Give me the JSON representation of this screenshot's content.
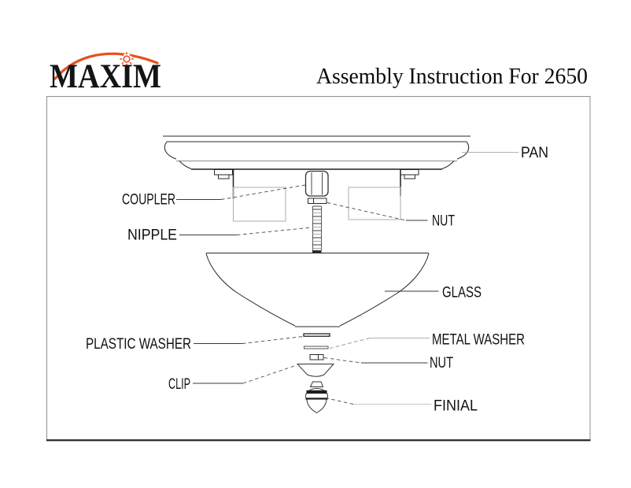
{
  "page": {
    "brand": "MAXIM",
    "title": "Assembly Instruction For 2650"
  },
  "colors": {
    "brand_orange": "#E8511E",
    "line_dark": "#2a2a2a",
    "line_gray": "#9a9a9a"
  },
  "parts": {
    "pan": "PAN",
    "coupler": "COUPLER",
    "nut_top": "NUT",
    "nipple": "NIPPLE",
    "glass": "GLASS",
    "metal_washer": "METAL WASHER",
    "plastic_washer": "PLASTIC WASHER",
    "nut_bottom": "NUT",
    "clip": "CLIP",
    "finial": "FINIAL"
  }
}
